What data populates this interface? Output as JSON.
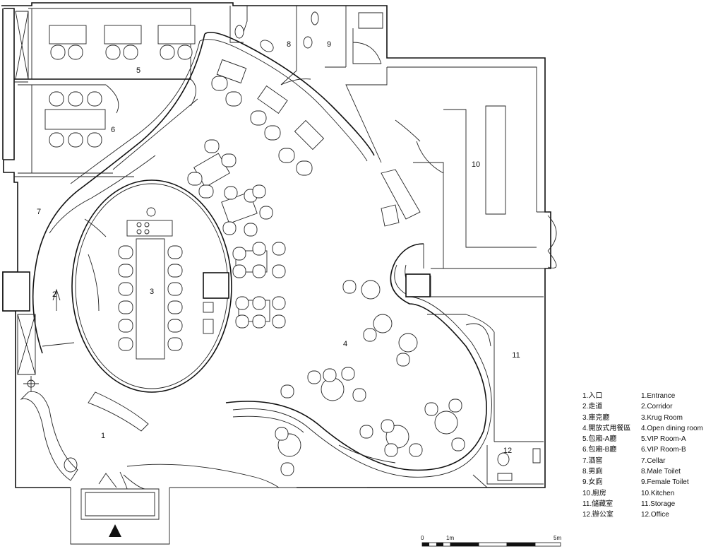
{
  "rooms": [
    {
      "id": "1",
      "label": "1"
    },
    {
      "id": "2",
      "label": "2"
    },
    {
      "id": "3",
      "label": "3"
    },
    {
      "id": "4",
      "label": "4"
    },
    {
      "id": "5",
      "label": "5"
    },
    {
      "id": "6",
      "label": "6"
    },
    {
      "id": "7",
      "label": "7"
    },
    {
      "id": "8",
      "label": "8"
    },
    {
      "id": "9",
      "label": "9"
    },
    {
      "id": "10",
      "label": "10"
    },
    {
      "id": "11",
      "label": "11"
    },
    {
      "id": "12",
      "label": "12"
    }
  ],
  "legend": {
    "zh": [
      "1.入口",
      "2.走道",
      "3.庫克廳",
      "4.開放式用餐區",
      "5.包廂-A廳",
      "6.包廂-B廳",
      "7.酒窖",
      "8.男廁",
      "9.女廁",
      "10.廚房",
      "11.儲藏室",
      "12.辦公室"
    ],
    "en": [
      "1.Entrance",
      "2.Corridor",
      "3.Krug Room",
      "4.Open dining room",
      "5.VIP Room-A",
      "6.VIP Room-B",
      "7.Cellar",
      "8.Male Toilet",
      "9.Female Toilet",
      "10.Kitchen",
      "11.Storage",
      "12.Office"
    ]
  },
  "scale_bar": {
    "labels": [
      "0",
      "1m",
      "5m"
    ]
  },
  "icons": {
    "entrance_arrow": "north-arrow-triangle-icon",
    "compass": "compass-icon"
  }
}
